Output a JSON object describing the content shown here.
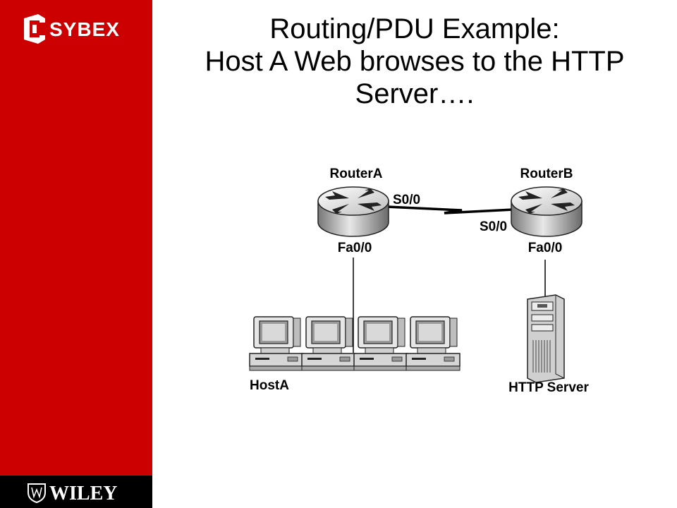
{
  "slide": {
    "title_lines": [
      "Routing/PDU Example:",
      "Host A Web browses to the HTTP",
      "Server…."
    ]
  },
  "branding": {
    "publisher_logo": "SYBEX",
    "footer_logo": "WILEY",
    "sidebar_color": "#cc0000",
    "footer_color": "#000000"
  },
  "diagram": {
    "router_a": {
      "name": "RouterA",
      "serial": "S0/0",
      "fast_ethernet": "Fa0/0"
    },
    "router_b": {
      "name": "RouterB",
      "serial": "S0/0",
      "fast_ethernet": "Fa0/0"
    },
    "host_label": "HostA",
    "server_label": "HTTP Server",
    "workstation_count": 4
  }
}
